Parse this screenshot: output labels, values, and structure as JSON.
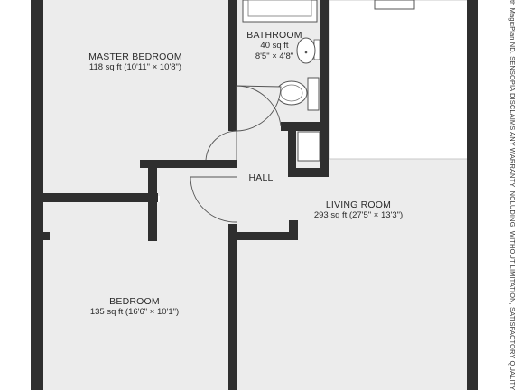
{
  "rooms": {
    "master_bedroom": {
      "name": "MASTER BEDROOM",
      "dims": "118 sq ft (10'11\" × 10'8\")"
    },
    "bathroom": {
      "name": "BATHROOM",
      "area": "40 sq ft",
      "dims": "8'5\" × 4'8\""
    },
    "hall": {
      "name": "HALL"
    },
    "living_room": {
      "name": "LIVING ROOM",
      "dims": "293 sq ft (27'5\" × 13'3\")"
    },
    "bedroom": {
      "name": "BEDROOM",
      "dims": "135 sq ft (16'6\" × 10'1\")"
    }
  },
  "disclaimer": "th MagicPlan   ND. SENSOPIA DISCLAIMS ANY WARRANTY INCLUDING, WITHOUT LIMITATION, SATISFACTORY QUALITY OR ACCURACY OF DIMENS",
  "colors": {
    "wall": "#2f2f2f",
    "floor": "#ececec",
    "fixture": "#ffffff",
    "line": "#555555"
  }
}
